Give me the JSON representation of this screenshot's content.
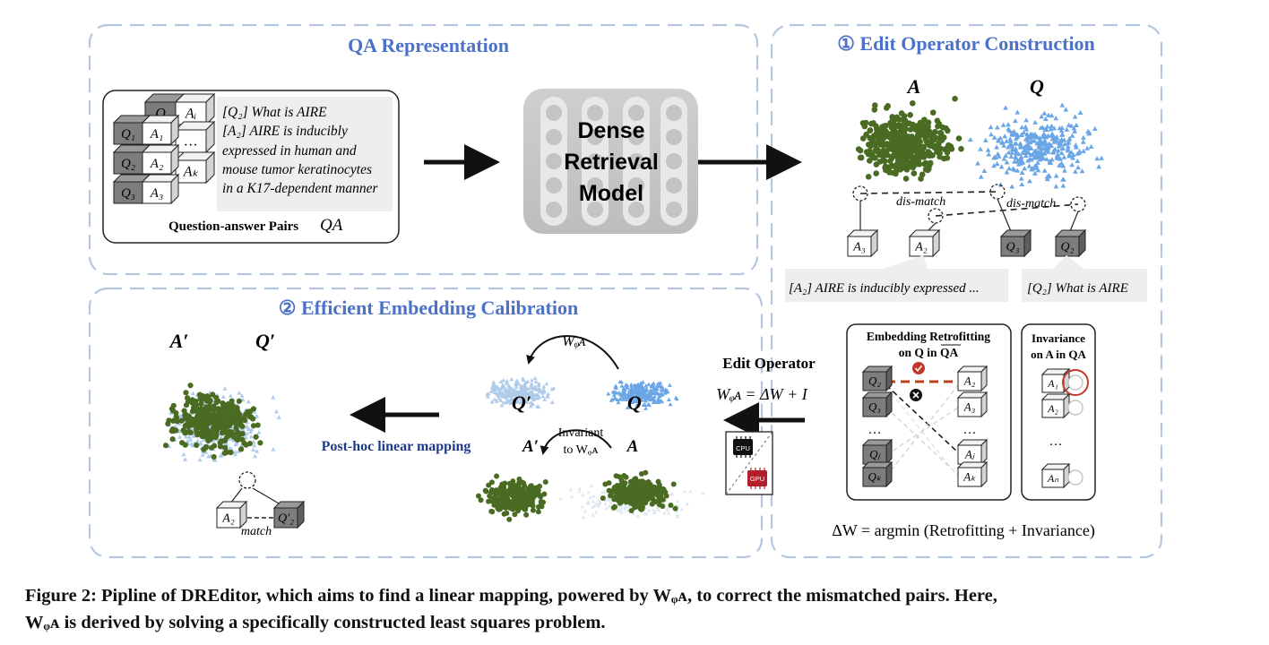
{
  "panels": {
    "qa_title": "QA Representation",
    "edit_title": "① Edit Operator Construction",
    "calib_title": "② Efficient Embedding Calibration"
  },
  "qa_box": {
    "q_labels": [
      "Q₁",
      "Q₂",
      "Q₃"
    ],
    "a_labels": [
      "A₁",
      "A₂",
      "A₃"
    ],
    "back_labels": [
      "Q",
      "Aᵢ",
      "…",
      "Aₖ"
    ],
    "q2_line": "[Q₂] What is AIRE",
    "a2_lines": [
      "[A₂] AIRE is inducibly",
      "expressed in human and",
      "mouse tumor keratinocytes",
      "in a K17-dependent manner"
    ],
    "caption": "Question-answer Pairs",
    "caption_math": "QA"
  },
  "model": {
    "lines": [
      "Dense",
      "Retrieval",
      "Model"
    ]
  },
  "edit": {
    "label_a": "A",
    "label_q": "Q",
    "dismatch": [
      "dis-match",
      "dis-match"
    ],
    "boxes": [
      "A₃",
      "A₂",
      "Q₃",
      "Q₂"
    ],
    "note_left": "[A₂] AIRE is inducibly expressed ...",
    "note_right": "[Q₂] What is AIRE"
  },
  "retrofit": {
    "title_lines": [
      "Embedding Retrofitting",
      "on Q in QA"
    ],
    "q_labels": [
      "Q₂",
      "Q₃",
      "…",
      "Qⱼ",
      "Qₖ"
    ],
    "a_labels": [
      "A₂",
      "A₃",
      "…",
      "Aⱼ",
      "Aₖ"
    ]
  },
  "invariance": {
    "title_lines": [
      "Invariance",
      "on A in QA"
    ],
    "labels": [
      "A₁",
      "A₂",
      "…",
      "Aₙ"
    ]
  },
  "operator": {
    "title": "Edit Operator",
    "formula": "Wᵩᴀ = ΔW + I",
    "cpu": "CPU",
    "gpu": "GPU",
    "objective": "ΔW = argmin (Retrofitting + Invariance)"
  },
  "calib": {
    "wqa": "Wᵩᴀ",
    "q_prime": "Q′",
    "q": "Q",
    "a_prime": "A′",
    "a": "A",
    "invariant_lines": [
      "Invariant",
      "to Wᵩᴀ"
    ],
    "posthoc": "Post-hoc linear mapping",
    "label_a_prime": "A′",
    "label_q_prime": "Q′",
    "box_a": "A₂",
    "box_q": "Q′₂",
    "match": "match"
  },
  "colors": {
    "green": "#4a6b22",
    "blue": "#6aa6e6",
    "light_blue": "#aecbea",
    "dash": "#b5c7e0",
    "title_blue": "#4b72c8",
    "dark_box": "#7d7d7d"
  },
  "caption": {
    "line1": "Figure 2: Pipline of DREditor, which aims to find a linear mapping, powered by Wᵩᴀ, to correct the mismatched pairs. Here,",
    "line2": "Wᵩᴀ is derived by solving a specifically constructed least squares problem."
  }
}
